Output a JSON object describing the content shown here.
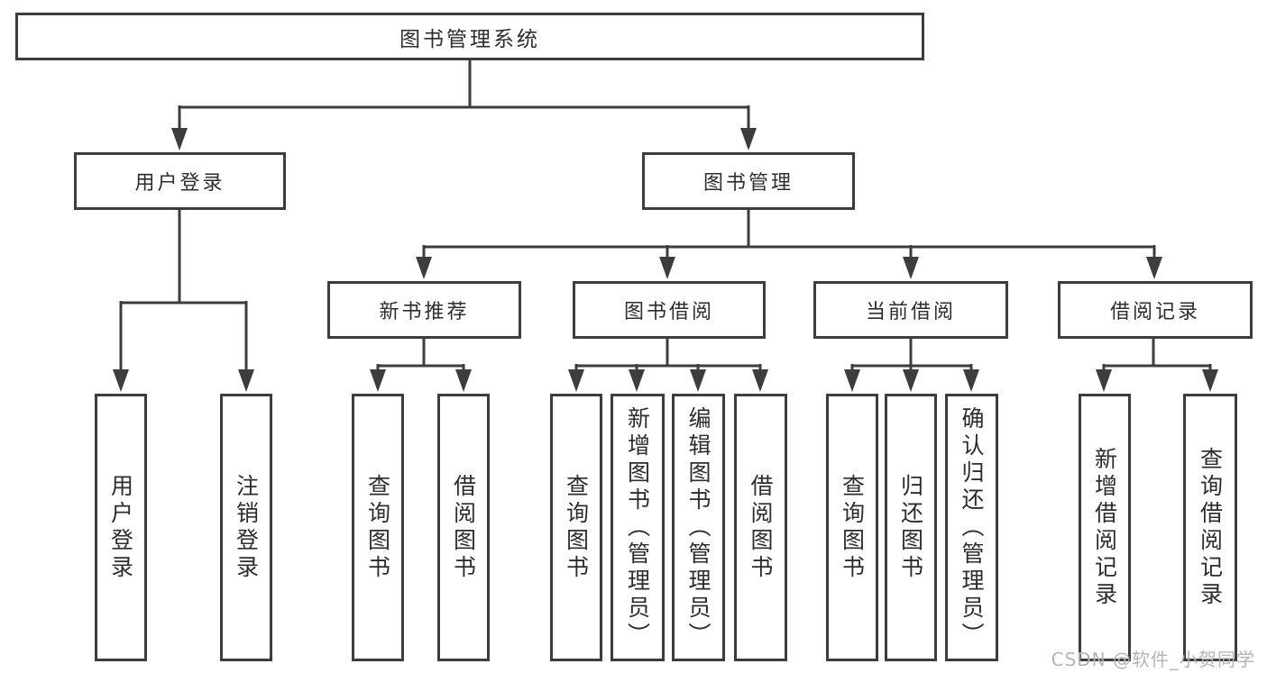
{
  "diagram": {
    "root": {
      "label": "图书管理系统"
    },
    "branches": [
      {
        "id": "user-login",
        "label": "用户登录",
        "leaves": [
          "用户登录",
          "注销登录"
        ]
      },
      {
        "id": "book-management",
        "label": "图书管理",
        "groups": [
          {
            "label": "新书推荐",
            "leaves": [
              "查询图书",
              "借阅图书"
            ]
          },
          {
            "label": "图书借阅",
            "leaves": [
              "查询图书",
              "新增图书（管理员）",
              "编辑图书（管理员）",
              "借阅图书"
            ]
          },
          {
            "label": "当前借阅",
            "leaves": [
              "查询图书",
              "归还图书",
              "确认归还（管理员）"
            ]
          },
          {
            "label": "借阅记录",
            "leaves": [
              "新增借阅记录",
              "查询借阅记录"
            ]
          }
        ]
      }
    ]
  },
  "watermark": {
    "text": "CSDN @软件_小贺同学"
  },
  "colors": {
    "line": "#3d3d3d",
    "text": "#2d2d2d",
    "box_background": "#ffffff",
    "watermark": "#b4b4b4"
  }
}
